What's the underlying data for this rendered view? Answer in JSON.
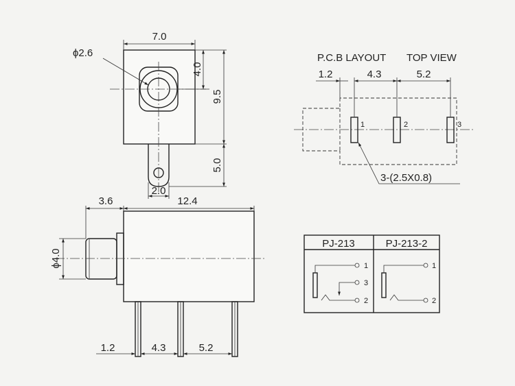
{
  "front_view": {
    "width": "7.0",
    "hole_dia": "ϕ2.6",
    "upper_h": "4.0",
    "total_h": "9.5",
    "tab_h": "5.0",
    "tab_w": "2.0"
  },
  "side_view": {
    "front_len": "3.6",
    "body_len": "12.4",
    "barrel_dia": "ϕ4.0",
    "pin_gap_1": "1.2",
    "pin_gap_2": "4.3",
    "pin_gap_3": "5.2"
  },
  "pcb_layout": {
    "title": "P.C.B LAYOUT",
    "top_view": "TOP VIEW",
    "dim_1": "1.2",
    "dim_2": "4.3",
    "dim_3": "5.2",
    "pad_1": "1",
    "pad_2": "2",
    "pad_3": "3",
    "pad_note": "3-(2.5X0.8)"
  },
  "schematic": {
    "model_a": "PJ-213",
    "model_b": "PJ-213-2",
    "a_pins": [
      "1",
      "3",
      "2"
    ],
    "b_pins": [
      "1",
      "2"
    ]
  }
}
